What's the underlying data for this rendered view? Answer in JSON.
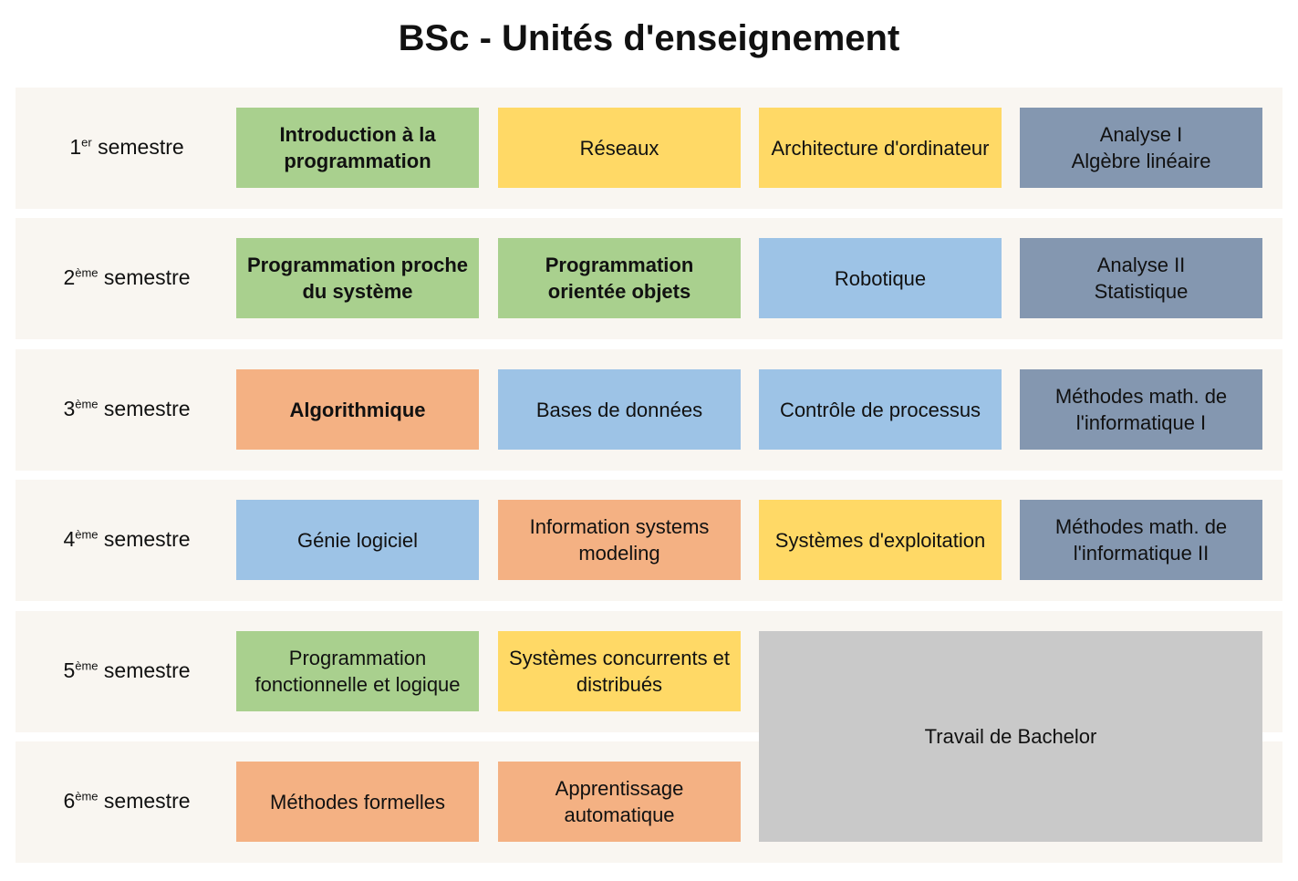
{
  "title": "BSc - Unités d'enseignement",
  "colors": {
    "green": "#a9d08e",
    "yellow": "#ffd966",
    "blue": "#9dc3e6",
    "slate": "#8497b0",
    "orange": "#f4b183",
    "gray": "#c9c9c9"
  },
  "semesters": [
    {
      "num": "1",
      "sup": "er",
      "text": " semestre"
    },
    {
      "num": "2",
      "sup": "ème",
      "text": " semestre"
    },
    {
      "num": "3",
      "sup": "ème",
      "text": " semestre"
    },
    {
      "num": "4",
      "sup": "ème",
      "text": " semestre"
    },
    {
      "num": "5",
      "sup": "ème",
      "text": " semestre"
    },
    {
      "num": "6",
      "sup": "ème",
      "text": " semestre"
    }
  ],
  "rows": [
    [
      {
        "label": "Introduction à la\nprogrammation",
        "color": "green",
        "bold": true
      },
      {
        "label": "Réseaux",
        "color": "yellow"
      },
      {
        "label": "Architecture d'ordinateur",
        "color": "yellow"
      },
      {
        "label": "Analyse I\nAlgèbre linéaire",
        "color": "slate"
      }
    ],
    [
      {
        "label": "Programmation proche\ndu système",
        "color": "green",
        "bold": true
      },
      {
        "label": "Programmation\norientée objets",
        "color": "green",
        "bold": true
      },
      {
        "label": "Robotique",
        "color": "blue"
      },
      {
        "label": "Analyse II\nStatistique",
        "color": "slate"
      }
    ],
    [
      {
        "label": "Algorithmique",
        "color": "orange",
        "bold": true
      },
      {
        "label": "Bases de données",
        "color": "blue"
      },
      {
        "label": "Contrôle de processus",
        "color": "blue"
      },
      {
        "label": "Méthodes math. de\nl'informatique I",
        "color": "slate"
      }
    ],
    [
      {
        "label": "Génie logiciel",
        "color": "blue"
      },
      {
        "label": "Information systems\nmodeling",
        "color": "orange"
      },
      {
        "label": "Systèmes d'exploitation",
        "color": "yellow"
      },
      {
        "label": "Méthodes math. de\nl'informatique II",
        "color": "slate"
      }
    ],
    [
      {
        "label": "Programmation\nfonctionnelle et logique",
        "color": "green"
      },
      {
        "label": "Systèmes concurrents et\ndistribués",
        "color": "yellow"
      }
    ],
    [
      {
        "label": "Méthodes formelles",
        "color": "orange"
      },
      {
        "label": "Apprentissage\nautomatique",
        "color": "orange"
      }
    ]
  ],
  "bachelor": {
    "label": "Travail de Bachelor",
    "color": "gray"
  }
}
